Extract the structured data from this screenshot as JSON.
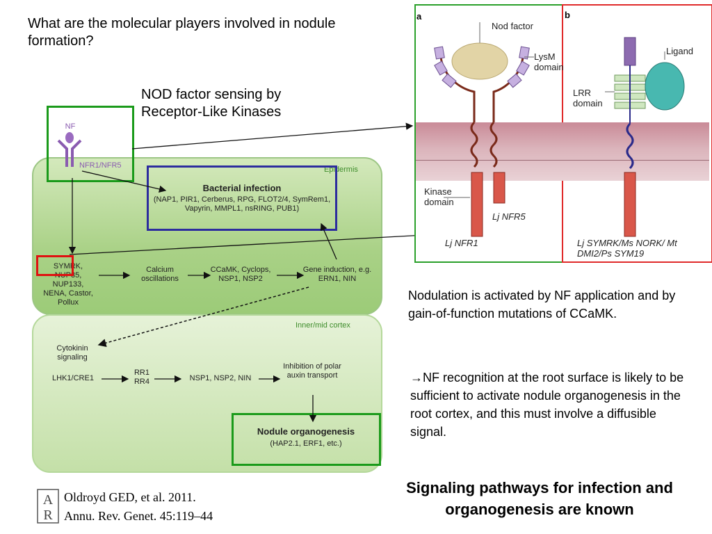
{
  "title": "What are the molecular players involved in nodule formation?",
  "nod_label": "NOD factor sensing by Receptor-Like Kinases",
  "diagram": {
    "nf_label": "NF",
    "receptor_label": "NFR1/NFR5",
    "epidermis_label": "Epidermis",
    "cortex_label": "Inner/mid cortex",
    "bacterial_infection_title": "Bacterial infection",
    "bacterial_infection_players": "(NAP1, PIR1, Cerberus, RPG, FLOT2/4, SymRem1, Vapyrin, MMPL1, nsRING, PUB1)",
    "symrk_group": "SYMRK, NUP85, NUP133, NENA, Castor, Pollux",
    "calcium": "Calcium oscillations",
    "ccamk": "CCaMK, Cyclops, NSP1, NSP2",
    "gene_induction": "Gene induction, e.g. ERN1, NIN",
    "cytokinin": "Cytokinin signaling",
    "lhk1": "LHK1/CRE1",
    "rr": "RR1 RR4",
    "nsp_nin": "NSP1, NSP2, NIN",
    "auxin": "Inhibition of polar auxin transport",
    "organogenesis_title": "Nodule organogenesis",
    "organogenesis_players": "(HAP2.1, ERF1, etc.)"
  },
  "figure": {
    "panel_a": "a",
    "panel_b": "b",
    "nod_factor": "Nod factor",
    "lysm": "LysM domain",
    "kinase": "Kinase domain",
    "nfr5": "Lj NFR5",
    "nfr1": "Lj NFR1",
    "ligand": "Ligand",
    "lrr": "LRR domain",
    "symrk": "Lj SYMRK/Ms NORK/ Mt DMI2/Ps SYM19"
  },
  "note1": "Nodulation is activated by NF application and by gain-of-function mutations of CCaMK.",
  "note2": "→NF recognition at the root surface is likely to be sufficient to activate nodule organogenesis in the root cortex, and this must involve a diffusible signal.",
  "conclusion": "Signaling pathways for infection and organogenesis are known",
  "citation": {
    "line1": "Oldroyd GED, et al. 2011.",
    "line2": "Annu. Rev. Genet. 45:119–44"
  },
  "colors": {
    "nf_purple": "#8a5bb0",
    "green_box": "#1a9a1a",
    "blue_box": "#2c2c9e",
    "red_box": "#e01010",
    "membrane": "#d7a6b0"
  }
}
